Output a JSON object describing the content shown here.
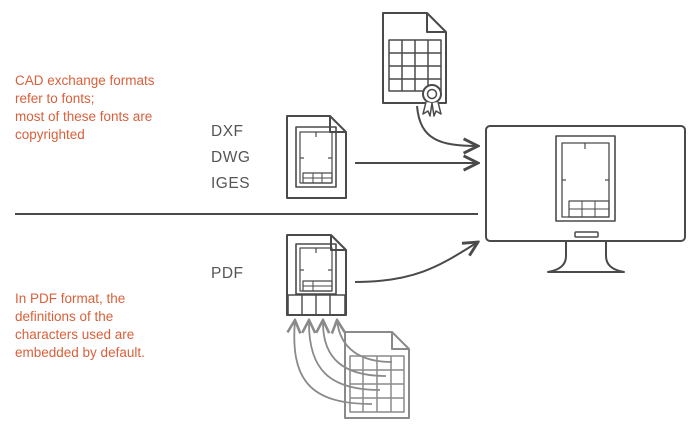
{
  "colors": {
    "accent": "#d9603b",
    "text": "#555555",
    "stroke": "#4a4a4a",
    "light_stroke": "#8a8a8a"
  },
  "notes": {
    "top": [
      "CAD exchange formats",
      "refer to fonts;",
      "most of these fonts are",
      "copyrighted"
    ],
    "bottom": [
      "In PDF format, the",
      "definitions of the",
      "characters used are",
      "embedded by default."
    ]
  },
  "formats": {
    "cad": [
      "DXF",
      "DWG",
      "IGES"
    ],
    "pdf": "PDF"
  },
  "icons": {
    "licensed_font": "certificate-document-icon",
    "cad_file": "cad-drawing-file-icon",
    "pdf_file": "pdf-drawing-file-icon",
    "embedded_fonts": "font-table-document-icon",
    "display": "monitor-icon"
  }
}
